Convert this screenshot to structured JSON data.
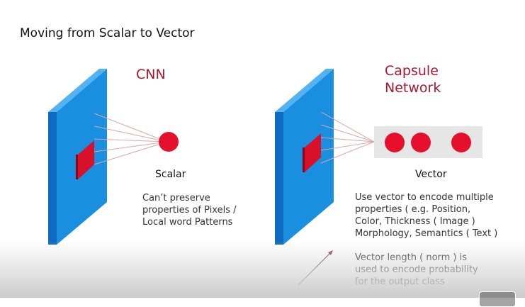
{
  "slide": {
    "title": "Moving from Scalar to Vector"
  },
  "cnn": {
    "heading": "CNN",
    "output_label": "Scalar",
    "description_lines": [
      "Can’t preserve",
      "properties of Pixels /",
      "Local word Patterns"
    ]
  },
  "capsule": {
    "heading_lines": [
      "Capsule",
      "Network"
    ],
    "output_label": "Vector",
    "description_lines": [
      "Use vector to encode multiple",
      "properties ( e.g. Position,",
      "Color, Thickness ( Image )",
      "Morphology, Semantics ( Text )"
    ],
    "norm_lines": [
      "Vector length ( norm ) is",
      "used to encode probability",
      "for the output class"
    ]
  },
  "colors": {
    "heading_red": "#a8182f",
    "layer_blue": "#1a8fe0",
    "layer_blue_dark": "#0d6cc0",
    "kernel_red": "#d8102a",
    "node_red": "#e6102c",
    "line_pink": "#d9a6b0",
    "vector_box_grey": "#e6e6e6",
    "arrow_maroon": "#8a3a4a"
  }
}
